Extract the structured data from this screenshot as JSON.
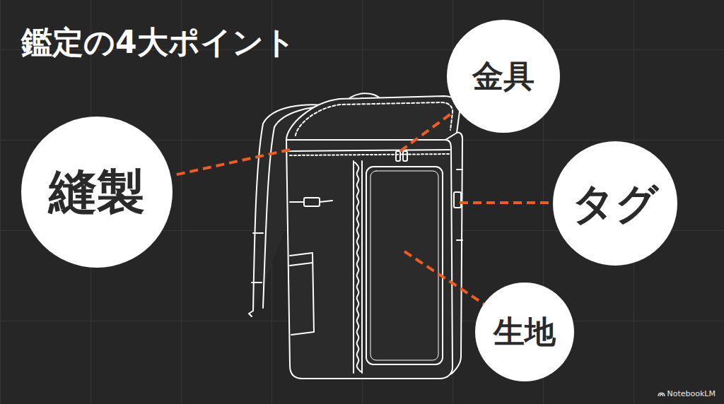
{
  "diagram": {
    "title": "鑑定の4大ポイント",
    "nodes": [
      {
        "text": [
          "縫製"
        ]
      },
      {
        "text": [
          "金具"
        ]
      },
      {
        "text": [
          "タグ"
        ]
      },
      {
        "text": [
          "生地"
        ]
      }
    ],
    "labels": [
      "NotebookLM"
    ]
  }
}
